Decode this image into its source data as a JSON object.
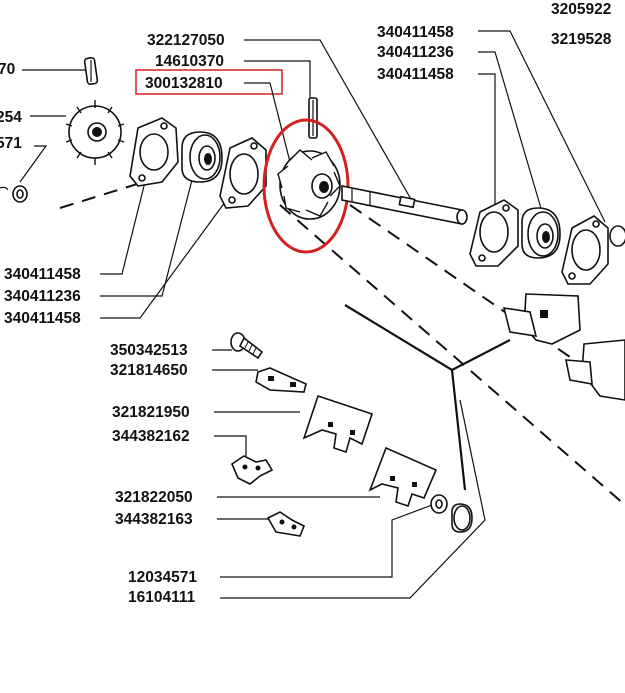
{
  "diagram": {
    "labels": {
      "l_3205922": "3205922",
      "l_3219528": "3219528",
      "l_70": "70",
      "l_254": "254",
      "l_571": "571",
      "l_322127050": "322127050",
      "l_14610370": "14610370",
      "l_300132810": "300132810",
      "l_340411458_a": "340411458",
      "l_340411236_a": "340411236",
      "l_340411458_b": "340411458",
      "l_340411458_c": "340411458",
      "l_340411236_b": "340411236",
      "l_340411458_d": "340411458",
      "l_350342513": "350342513",
      "l_321814650": "321814650",
      "l_321821950": "321821950",
      "l_344382162": "344382162",
      "l_321822050": "321822050",
      "l_344382163": "344382163",
      "l_12034571": "12034571",
      "l_16104111": "16104111"
    },
    "highlight": {
      "color": "#d62020",
      "boxed_label": "300132810",
      "circled_part": "pinion-gear"
    }
  }
}
